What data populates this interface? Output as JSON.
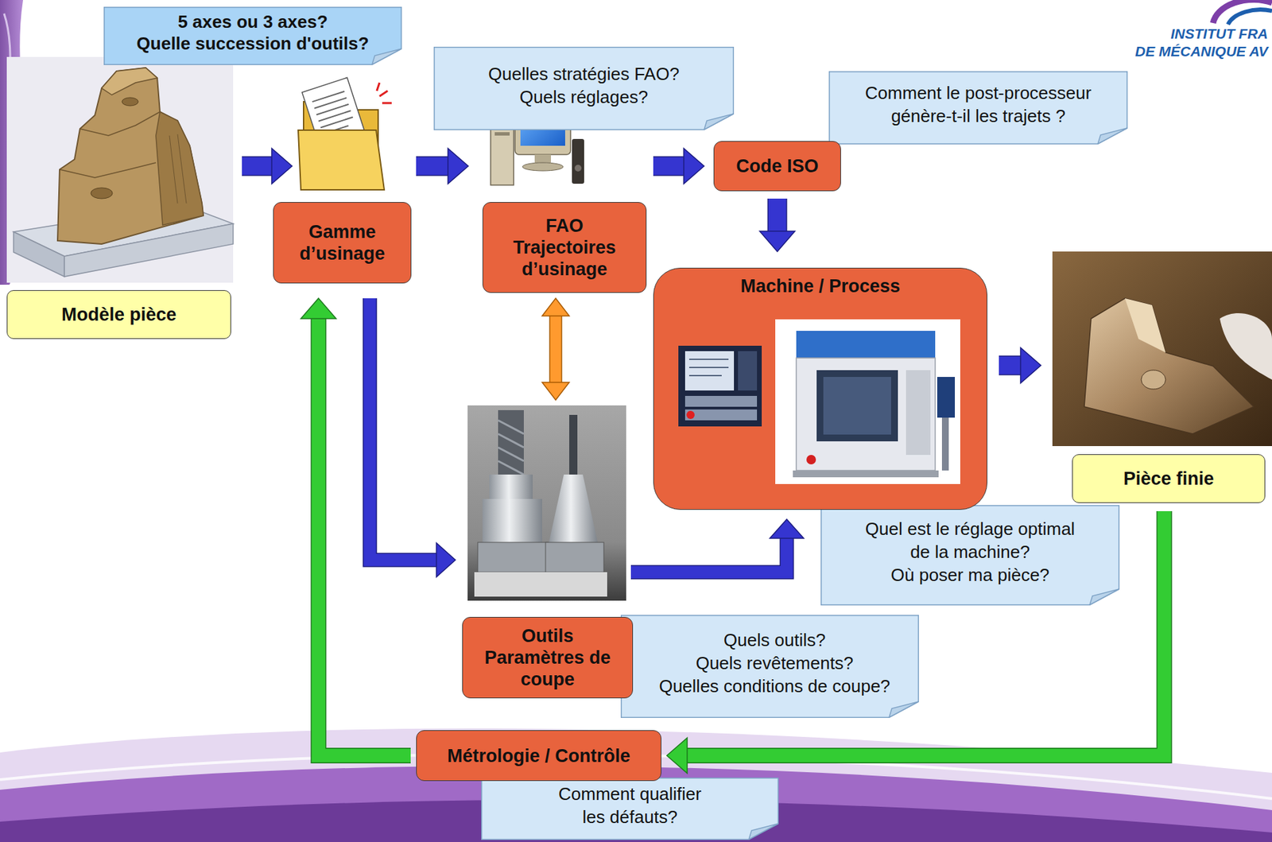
{
  "diagram": {
    "nodes": [
      {
        "text": [
          "5 axes ou 3 axes?",
          "Quelle succession d'outils?"
        ]
      },
      {
        "text": [
          "Quelles stratégies FAO?",
          "Quels réglages?"
        ]
      },
      {
        "text": [
          "Comment le post-processeur génère-t-il les trajets ?"
        ]
      },
      {
        "text": [
          "Code ISO"
        ]
      },
      {
        "text": [
          "Gamme d’usinage"
        ]
      },
      {
        "text": [
          "FAO",
          "Trajectoires d’usinage"
        ]
      },
      {
        "text": [
          "Machine / Process"
        ]
      },
      {
        "text": [
          "Modèle pièce"
        ]
      },
      {
        "text": [
          "Pièce finie"
        ]
      },
      {
        "text": [
          "Quel est le réglage optimal de la machine?",
          "Où poser ma pièce?"
        ]
      },
      {
        "text": [
          "Outils",
          "Paramètres de coupe"
        ]
      },
      {
        "text": [
          "Quels outils?",
          "Quels revêtements?",
          "Quelles conditions de coupe?"
        ]
      },
      {
        "text": [
          "Métrologie / Contrôle"
        ]
      },
      {
        "text": [
          "Comment qualifier les défauts?"
        ]
      }
    ],
    "edges": [
      {
        "from": 7,
        "to": 4,
        "arrow": "to"
      },
      {
        "from": 4,
        "to": 5,
        "arrow": "to"
      },
      {
        "from": 5,
        "to": 3,
        "arrow": "to"
      },
      {
        "from": 3,
        "to": 6,
        "arrow": "to"
      },
      {
        "from": 4,
        "to": 10,
        "arrow": "to"
      },
      {
        "from": 10,
        "to": 6,
        "arrow": "to"
      },
      {
        "from": 5,
        "to": 10,
        "arrow": "both"
      },
      {
        "from": 6,
        "to": 8,
        "arrow": "to"
      },
      {
        "from": 8,
        "to": 12,
        "arrow": "to"
      },
      {
        "from": 12,
        "to": 4,
        "arrow": "to"
      }
    ],
    "labels": [
      "INSTITUT FRA",
      "DE MÉCANIQUE AV"
    ]
  }
}
